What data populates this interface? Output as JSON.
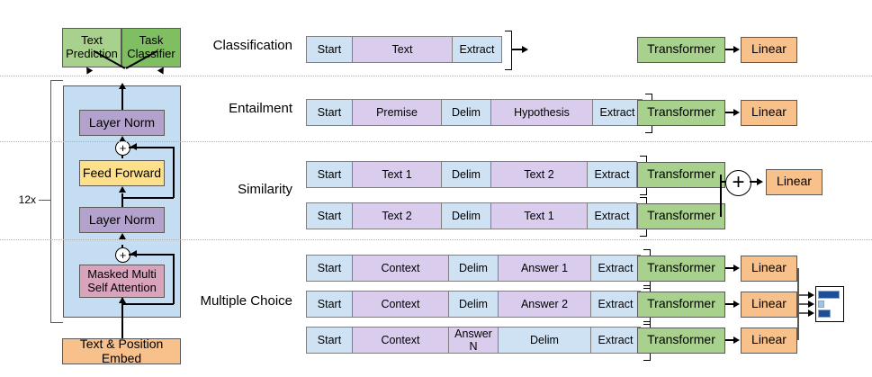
{
  "left_diagram": {
    "heads": [
      {
        "label": "Text\nPrediction",
        "name": "text-prediction-head",
        "color": "#a9d18e"
      },
      {
        "label": "Task\nClassifier",
        "name": "task-classifier-head",
        "color": "#7fbf62"
      }
    ],
    "repeat_label": "12x",
    "blocks": [
      {
        "label": "Layer Norm",
        "name": "layer-norm-top",
        "color": "#b3a2cd"
      },
      {
        "label": "Feed Forward",
        "name": "feed-forward",
        "color": "#ffe08a"
      },
      {
        "label": "Layer Norm",
        "name": "layer-norm-bottom",
        "color": "#b3a2cd"
      },
      {
        "label": "Masked Multi\nSelf Attention",
        "name": "masked-multi-self-attention",
        "color": "#d9a3bd"
      }
    ],
    "embed": {
      "label": "Text & Position Embed",
      "name": "text-position-embed",
      "color": "#f8c08a"
    },
    "residual_symbol": "+",
    "container_color": "#c5ddf2"
  },
  "right_diagram": {
    "transformer_label": "Transformer",
    "linear_label": "Linear",
    "plus_symbol": "+",
    "tasks": [
      {
        "name": "classification",
        "label": "Classification",
        "sequences": [
          {
            "tokens": [
              {
                "text": "Start",
                "kind": "special"
              },
              {
                "text": "Text",
                "kind": "content"
              },
              {
                "text": "Extract",
                "kind": "special"
              }
            ]
          }
        ],
        "heads": 1
      },
      {
        "name": "entailment",
        "label": "Entailment",
        "sequences": [
          {
            "tokens": [
              {
                "text": "Start",
                "kind": "special"
              },
              {
                "text": "Premise",
                "kind": "content"
              },
              {
                "text": "Delim",
                "kind": "special"
              },
              {
                "text": "Hypothesis",
                "kind": "content"
              },
              {
                "text": "Extract",
                "kind": "special"
              }
            ]
          }
        ],
        "heads": 1
      },
      {
        "name": "similarity",
        "label": "Similarity",
        "sequences": [
          {
            "tokens": [
              {
                "text": "Start",
                "kind": "special"
              },
              {
                "text": "Text 1",
                "kind": "content"
              },
              {
                "text": "Delim",
                "kind": "special"
              },
              {
                "text": "Text 2",
                "kind": "content"
              },
              {
                "text": "Extract",
                "kind": "special"
              }
            ]
          },
          {
            "tokens": [
              {
                "text": "Start",
                "kind": "special"
              },
              {
                "text": "Text 2",
                "kind": "content"
              },
              {
                "text": "Delim",
                "kind": "special"
              },
              {
                "text": "Text 1",
                "kind": "content"
              },
              {
                "text": "Extract",
                "kind": "special"
              }
            ]
          }
        ],
        "heads": 2
      },
      {
        "name": "multiple-choice",
        "label": "Multiple Choice",
        "sequences": [
          {
            "tokens": [
              {
                "text": "Start",
                "kind": "special"
              },
              {
                "text": "Context",
                "kind": "content"
              },
              {
                "text": "Delim",
                "kind": "special"
              },
              {
                "text": "Answer 1",
                "kind": "content"
              },
              {
                "text": "Extract",
                "kind": "special"
              }
            ]
          },
          {
            "tokens": [
              {
                "text": "Start",
                "kind": "special"
              },
              {
                "text": "Context",
                "kind": "content"
              },
              {
                "text": "Delim",
                "kind": "special"
              },
              {
                "text": "Answer 2",
                "kind": "content"
              },
              {
                "text": "Extract",
                "kind": "special"
              }
            ]
          },
          {
            "tokens": [
              {
                "text": "Start",
                "kind": "special"
              },
              {
                "text": "Context",
                "kind": "content"
              },
              {
                "text": "Answer N",
                "kind": "content"
              },
              {
                "text": "Delim",
                "kind": "special"
              },
              {
                "text": "Extract",
                "kind": "special"
              }
            ]
          }
        ],
        "heads": 3
      }
    ]
  },
  "colors": {
    "token_special": "#cfe2f3",
    "token_content": "#d9ccec",
    "transformer": "#a9d18e",
    "linear": "#f8c08a",
    "bar_dark": "#1f4e99",
    "bar_light": "#9dc3e6",
    "separator": "#b0b0b0"
  }
}
